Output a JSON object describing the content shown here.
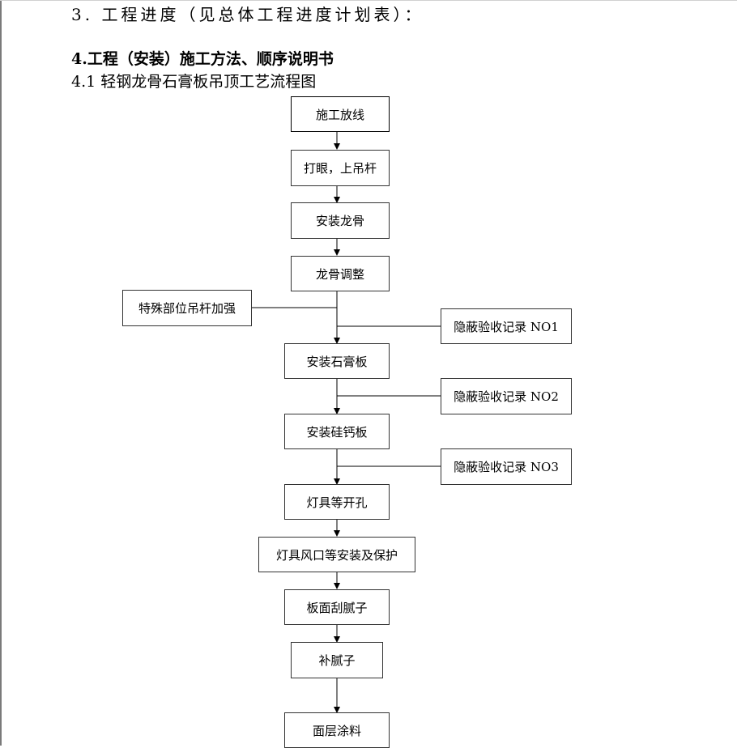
{
  "headings": {
    "section3": "3. 工程进度（见总体工程进度计划表）：",
    "section4": "4.工程（安装）施工方法、顺序说明书",
    "section41": "4.1 轻钢龙骨石膏板吊顶工艺流程图"
  },
  "flowchart": {
    "steps": [
      "施工放线",
      "打眼，上吊杆",
      "安装龙骨",
      "龙骨调整",
      "安装石膏板",
      "安装硅钙板",
      "灯具等开孔",
      "灯具风口等安装及保护",
      "板面刮腻子",
      "补腻子",
      "面层涂料"
    ],
    "side_input": "特殊部位吊杆加强",
    "records": [
      "隐蔽验收记录 NO1",
      "隐蔽验收记录 NO2",
      "隐蔽验收记录 NO3"
    ]
  }
}
